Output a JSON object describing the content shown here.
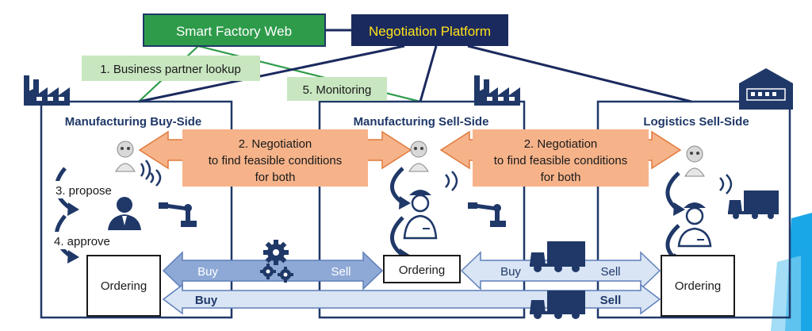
{
  "top_title_fragment": "",
  "platforms": {
    "smart_factory": "Smart Factory Web",
    "negotiation": "Negotiation Platform"
  },
  "steps": {
    "lookup": "1. Business partner lookup",
    "monitoring": "5. Monitoring",
    "propose": "3. propose",
    "approve": "4. approve"
  },
  "sites": {
    "buy_side": "Manufacturing Buy-Side",
    "sell_side": "Manufacturing Sell-Side",
    "logistics": "Logistics Sell-Side"
  },
  "negotiation": {
    "line1": "2. Negotiation",
    "line2": "to find feasible conditions",
    "line3": "for both"
  },
  "ordering_label": "Ordering",
  "flows": {
    "buy": "Buy",
    "sell": "Sell"
  },
  "colors": {
    "navy": "#1b2a5e",
    "dark_blue": "#1f3868",
    "green_box": "#2e9b4a",
    "light_green": "#c8e6c0",
    "orange": "#f6b38a",
    "orange_border": "#e07a3c",
    "blue_arrow": "#8fa9d6",
    "light_arrow": "#d9e5f5",
    "cyan": "#1aa7e8"
  }
}
